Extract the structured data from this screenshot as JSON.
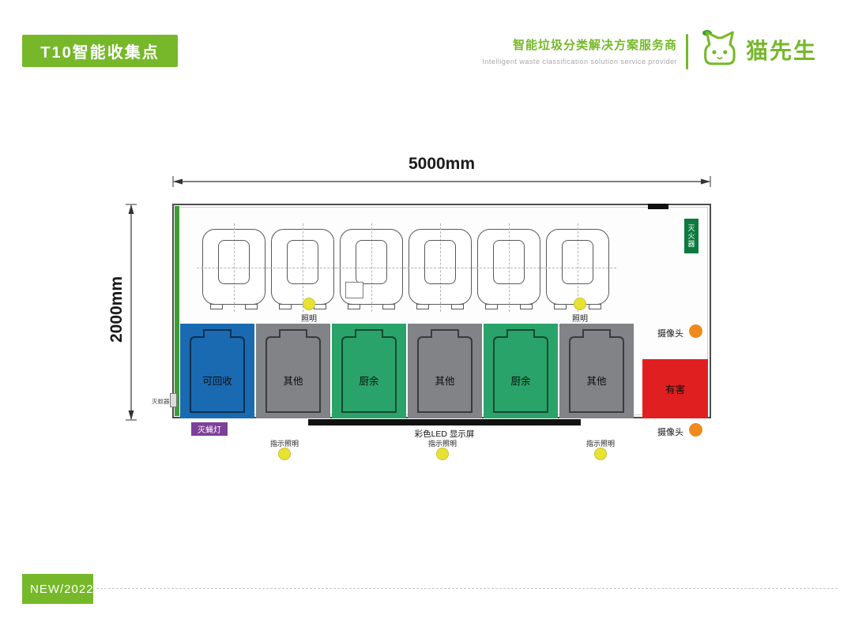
{
  "header": {
    "title": "T10智能收集点",
    "tagline_cn": "智能垃圾分类解决方案服务商",
    "tagline_en": "Intelligent waste classification solution service provider",
    "brand": "猫先生"
  },
  "colors": {
    "accent_green": "#76b82a",
    "dark_green": "#3f9c35",
    "fire_label_green": "#0c7a3e",
    "purple": "#7d3f98",
    "orange": "#ef8a1d",
    "yellow": "#e8e231",
    "led_black": "#111111"
  },
  "diagram": {
    "dim_width": "5000mm",
    "dim_height": "2000mm",
    "lighting_label": "照明",
    "bins": [
      {
        "label": "可回收",
        "color": "#1a6ab2"
      },
      {
        "label": "其他",
        "color": "#818386"
      },
      {
        "label": "厨余",
        "color": "#2aa36a"
      },
      {
        "label": "其他",
        "color": "#818386"
      },
      {
        "label": "厨余",
        "color": "#2aa36a"
      },
      {
        "label": "其他",
        "color": "#818386"
      }
    ],
    "hazard": {
      "label": "有害",
      "color": "#e02020"
    },
    "fire_extinguisher": "灭火器",
    "camera_top": "摄像头",
    "camera_bottom": "摄像头",
    "fly_lamp": "灭蝇灯",
    "wall_device": "灭蚊器",
    "led_screen": "彩色LED 显示屏",
    "indicator_label": "指示照明"
  },
  "footer": {
    "badge": "NEW/2022"
  }
}
